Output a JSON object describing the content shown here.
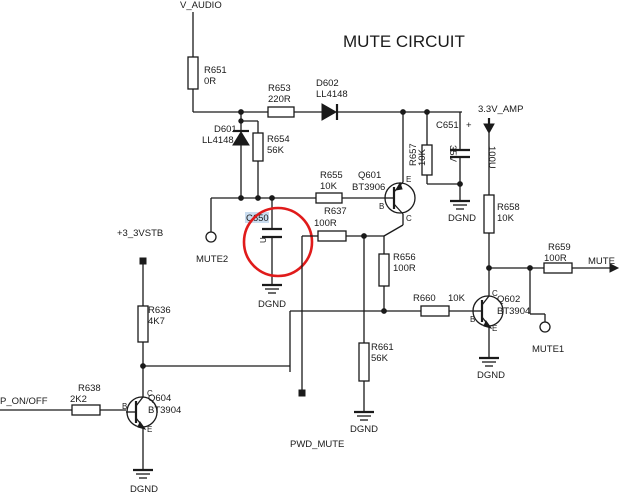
{
  "title": "MUTE CIRCUIT",
  "nets": {
    "v_audio": "V_AUDIO",
    "amp": "3.3V_AMP",
    "stb": "+3_3VSTB",
    "p_on_off": "P_ON/OFF",
    "mute_out": "MUTE",
    "mute1": "MUTE1",
    "mute2": "MUTE2",
    "pwd_mute": "PWD_MUTE"
  },
  "grounds": {
    "g_c651": "DGND",
    "g_c650": "DGND",
    "g_r661": "DGND",
    "g_q602": "DGND",
    "g_q604": "DGND"
  },
  "resistors": {
    "r651": {
      "ref": "R651",
      "value": "0R"
    },
    "r653": {
      "ref": "R653",
      "value": "220R"
    },
    "r654": {
      "ref": "R654",
      "value": "56K"
    },
    "r655": {
      "ref": "R655",
      "value": "10K"
    },
    "r637": {
      "ref": "R637",
      "value": "100R"
    },
    "r657": {
      "ref": "R657",
      "value": "10K"
    },
    "r656": {
      "ref": "R656",
      "value": "100R"
    },
    "r658": {
      "ref": "R658",
      "value": "10K"
    },
    "r659": {
      "ref": "R659",
      "value": "100R"
    },
    "r660": {
      "ref": "R660",
      "value": "10K"
    },
    "r661": {
      "ref": "R661",
      "value": "56K"
    },
    "r636": {
      "ref": "R636",
      "value": "4K7"
    },
    "r638": {
      "ref": "R638",
      "value": "2K2"
    }
  },
  "diodes": {
    "d602": {
      "ref": "D602",
      "value": "LL4148"
    },
    "d601": {
      "ref": "D601",
      "value": "LL4148"
    }
  },
  "capacitors": {
    "c651": {
      "ref": "C651",
      "voltage": "35V",
      "value": "100U",
      "polarity": "+"
    },
    "c650": {
      "ref": "C650",
      "marker": "U"
    }
  },
  "transistors": {
    "q601": {
      "ref": "Q601",
      "value": "BT3906"
    },
    "q602": {
      "ref": "Q602",
      "value": "BT3904"
    },
    "q604": {
      "ref": "Q604",
      "value": "BT3904"
    }
  },
  "pins": {
    "base": "B",
    "collector": "C",
    "emitter": "E"
  },
  "colors": {
    "highlight_ring": "#e01b1b",
    "label_highlight": "#c9dcef",
    "ink": "#1a1a1a"
  }
}
